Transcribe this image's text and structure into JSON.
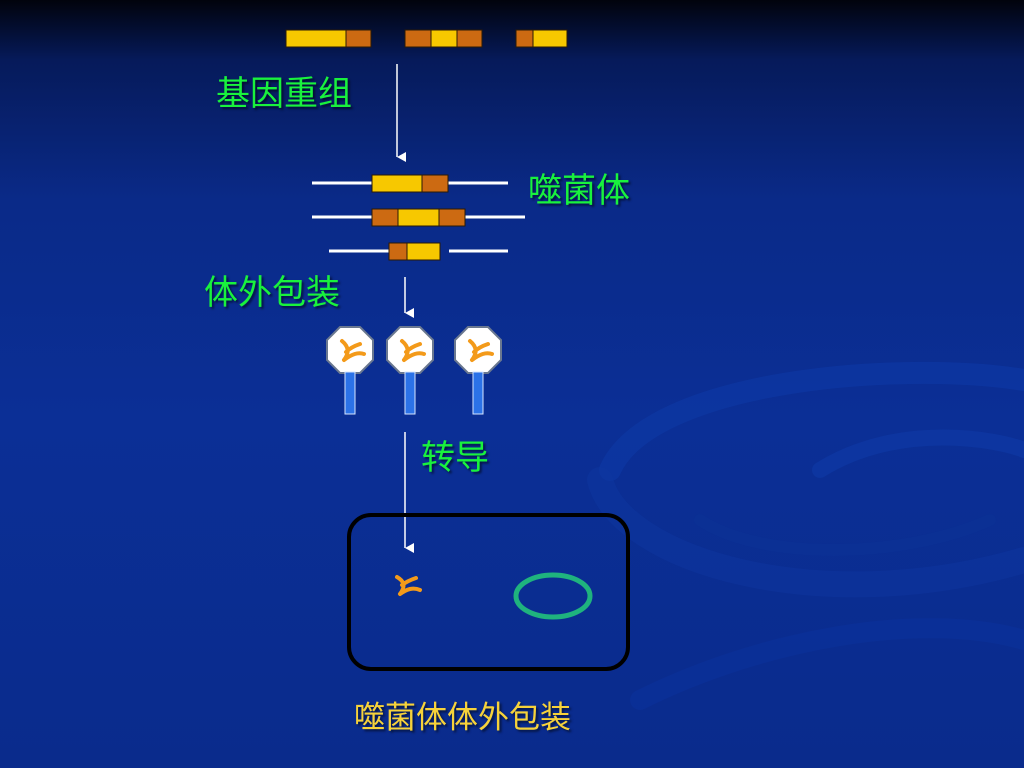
{
  "labels": {
    "recombination": "基因重组",
    "phage": "噬菌体",
    "packaging": "体外包装",
    "transduction": "转导",
    "caption": "噬菌体体外包装"
  },
  "colors": {
    "label": "#19f23d",
    "caption": "#f6d23a",
    "insert": "#f7c800",
    "flank": "#cc6a12",
    "dna": "#ffffff",
    "phage_tail": "#2b72e8",
    "plasmid": "#1fb37e",
    "cell_outline": "#000000"
  }
}
